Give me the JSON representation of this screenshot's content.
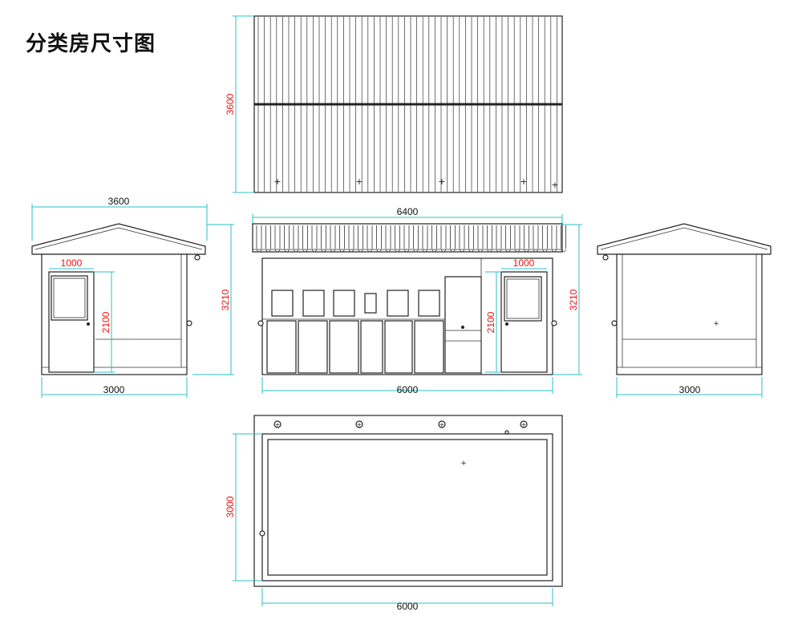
{
  "title": "分类房尺寸图",
  "views": {
    "roof_plan": {
      "dim_height": "3600"
    },
    "left_elevation": {
      "dim_top": "3600",
      "dim_door_width": "1000",
      "dim_door_height": "2100",
      "dim_bottom": "3000"
    },
    "front_elevation": {
      "dim_top": "6400",
      "dim_door_width": "1000",
      "dim_door_height": "2100",
      "dim_height": "3210",
      "dim_bottom": "6000"
    },
    "left_height": {
      "dim_height": "3210"
    },
    "right_elevation": {
      "dim_bottom": "3000"
    },
    "floor_plan": {
      "dim_height": "3000",
      "dim_bottom": "6000"
    }
  },
  "colors": {
    "dimension": "#2bbfc9",
    "dimension_text": "#e11111",
    "outline": "#222222"
  }
}
